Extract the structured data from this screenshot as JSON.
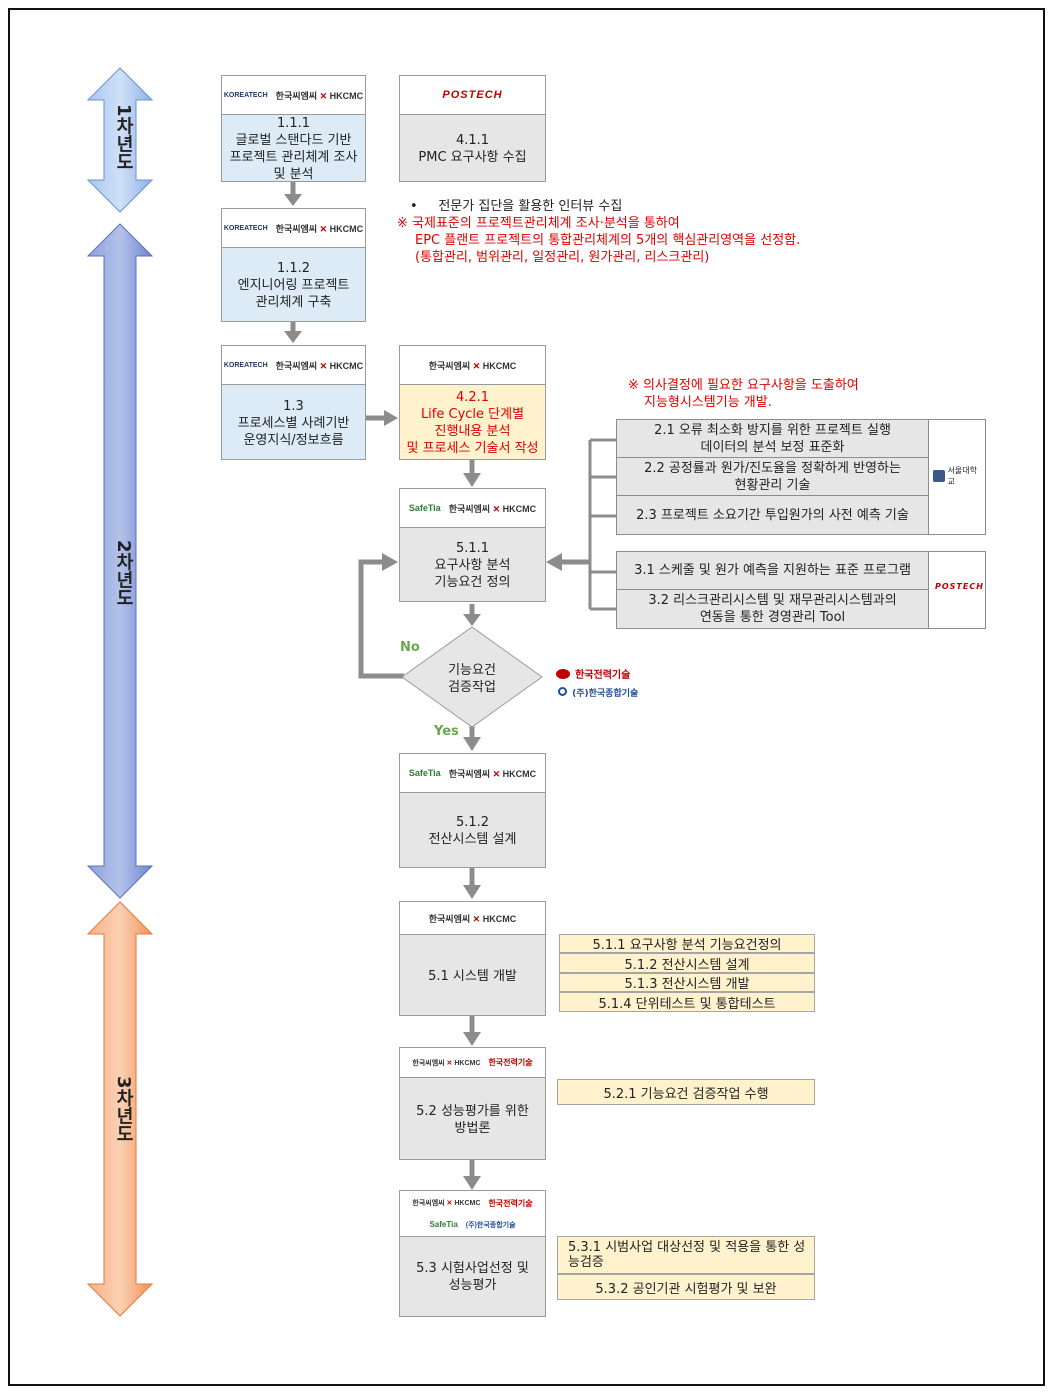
{
  "years": {
    "y1": "1차년도",
    "y2": "2차년도",
    "y3": "3차년도"
  },
  "logos": {
    "koreatech": "KOREATECH",
    "hkcmc": "한국씨엠씨",
    "hkcmc_en": "HKCMC",
    "postech": "POSTECH",
    "safetia": "SafeTia",
    "kepco": "한국전력기술",
    "kengineering": "(주)한국종합기술",
    "snu": "서울대학교"
  },
  "box111": {
    "num": "1.1.1",
    "l1": "글로벌 스탠다드 기반",
    "l2": "프로젝트 관리체계 조사",
    "l3": "및 분석"
  },
  "box411": {
    "num": "4.1.1",
    "l1": "PMC 요구사항 수집"
  },
  "note1": {
    "bullet": "•",
    "text": "전문가 집단을 활용한 인터뷰  수집"
  },
  "note2": {
    "l1": "※ 국제표준의 프로젝트관리체계 조사·분석을 통하여",
    "l2": "EPC 플랜트 프로젝트의 통합관리체계의 5개의 핵심관리영역을 선정함.",
    "l3": "(통합관리, 범위관리, 일정관리, 원가관리, 리스크관리)"
  },
  "box112": {
    "num": "1.1.2",
    "l1": "엔지니어링 프로젝트",
    "l2": "관리체계 구축"
  },
  "box13": {
    "num": "1.3",
    "l1": "프로세스별 사례기반",
    "l2": "운영지식/정보흐름"
  },
  "box421": {
    "num": "4.2.1",
    "l1": "Life  Cycle 단계별",
    "l2": "진행내용 분석",
    "l3": "및 프로세스 기술서 작성"
  },
  "note3": {
    "l1": "※ 의사결정에 필요한 요구사항을 도출하여",
    "l2": "지능형시스템기능 개발."
  },
  "snu_items": [
    {
      "l1": "2.1 오류 최소화 방지를 위한 프로젝트 실행",
      "l2": "데이터의 분석 보정 표준화"
    },
    {
      "l1": "2.2 공정률과 원가/진도율을 정확하게 반영하는",
      "l2": "현황관리 기술"
    },
    {
      "l1": "2.3 프로젝트 소요기간 투입원가의 사전 예측 기술",
      "l2": ""
    }
  ],
  "postech_items": [
    {
      "l1": "3.1 스케줄 및 원가 예측을 지원하는 표준 프로그램",
      "l2": ""
    },
    {
      "l1": "3.2 리스크관리시스템 및 재무관리시스템과의",
      "l2": "연동을 통한 경영관리 Tool"
    }
  ],
  "box511": {
    "num": "5.1.1",
    "l1": "요구사항 분석",
    "l2": "기능요건 정의"
  },
  "decision": {
    "l1": "기능요건",
    "l2": "검증작업",
    "no": "No",
    "yes": "Yes"
  },
  "box512": {
    "num": "5.1.2",
    "l1": "전산시스템 설계"
  },
  "box51": {
    "l1": "5.1 시스템 개발",
    "items": [
      "5.1.1  요구사항 분석 기능요건정의",
      "5.1.2  전산시스템 설계",
      "5.1.3  전산시스템 개발",
      "5.1.4  단위테스트 및 통합테스트"
    ]
  },
  "box52": {
    "l1": "5.2 성능평가를 위한",
    "l2": "방법론",
    "items": [
      "5.2.1  기능요건 검증작업 수행"
    ]
  },
  "box53": {
    "l1": "5.3 시험사업선정 및",
    "l2": "성능평가",
    "items": [
      "5.3.1  시범사업 대상선정 및 적용을 통한 성능검증",
      "5.3.2  공인기관 시험평가 및 보완"
    ]
  },
  "colors": {
    "blueArrow": "#8fb3e6",
    "purpleArrow": "#7f96d6",
    "orangeArrow": "#f4a36f",
    "grey": "#8c8c8c",
    "red": "#e00000",
    "green": "#6aa84f"
  }
}
